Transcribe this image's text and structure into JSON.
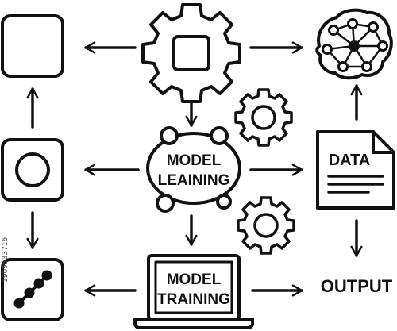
{
  "labels": {
    "model_leaning_line1": "MODEL",
    "model_leaning_line2": "LEAINING",
    "data_doc": "DATA",
    "model_training_line1": "MODEL",
    "model_training_line2": "TRAINING",
    "output": "OUTPUT"
  },
  "watermark": {
    "stock_id": "1909533716"
  },
  "icons": [
    "empty-square-icon",
    "square-with-circle-icon",
    "connected-nodes-icon",
    "gear-chip-icon",
    "small-gear-icon",
    "neural-network-brain-icon",
    "data-document-icon",
    "laptop-icon"
  ],
  "colors": {
    "line": "#111111",
    "background": "#ffffff"
  }
}
